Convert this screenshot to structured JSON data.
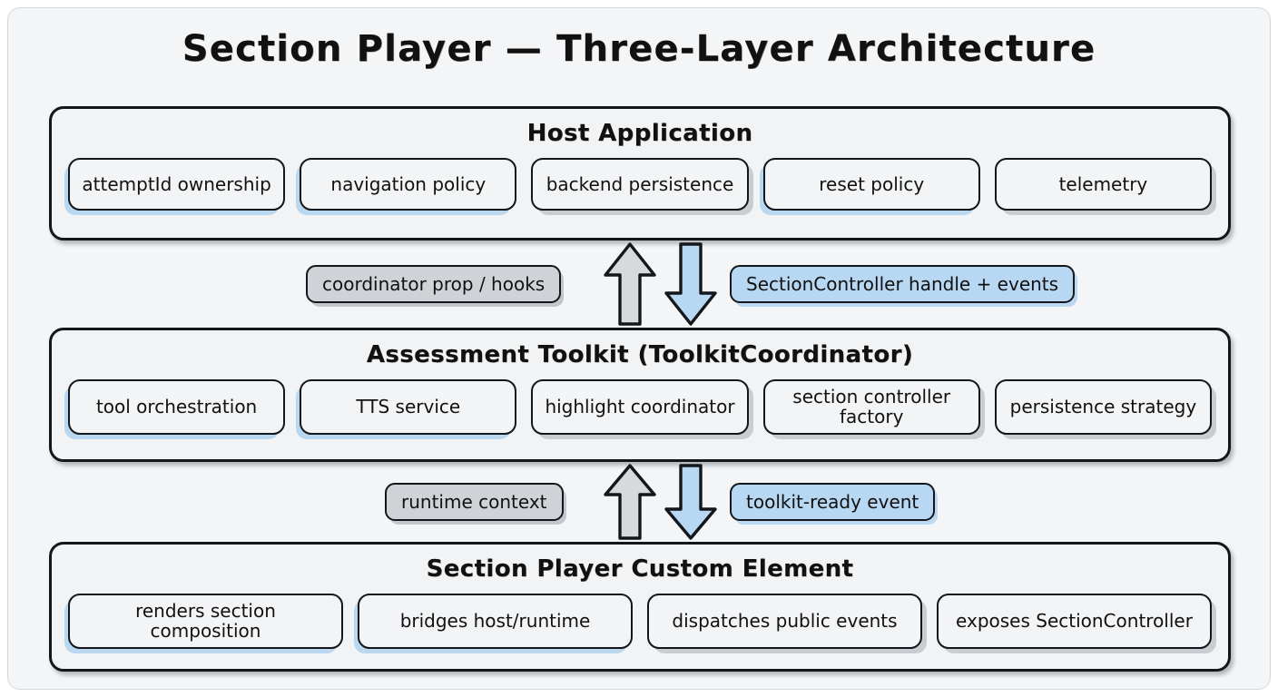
{
  "title": "Section Player — Three-Layer Architecture",
  "colors": {
    "canvas_background": "#f3f5f7",
    "panel_background": "#f1f3f5",
    "outline": "#13161a",
    "accent_blue": "#b7d7f2",
    "accent_gray": "#cfd2d6",
    "arrow_blue_fill": "#b7d7f2",
    "arrow_gray_fill": "#d7d9dc"
  },
  "layers": [
    {
      "id": "host-application",
      "title": "Host Application",
      "chips": [
        {
          "label": "attemptId ownership",
          "shadow": "blue"
        },
        {
          "label": "navigation policy",
          "shadow": "blue"
        },
        {
          "label": "backend persistence",
          "shadow": "gray"
        },
        {
          "label": "reset policy",
          "shadow": "blue"
        },
        {
          "label": "telemetry",
          "shadow": "gray"
        }
      ]
    },
    {
      "id": "assessment-toolkit",
      "title": "Assessment Toolkit (ToolkitCoordinator)",
      "chips": [
        {
          "label": "tool orchestration",
          "shadow": "blue"
        },
        {
          "label": "TTS service",
          "shadow": "blue"
        },
        {
          "label": "highlight coordinator",
          "shadow": "gray"
        },
        {
          "label": "section controller factory",
          "shadow": "gray"
        },
        {
          "label": "persistence strategy",
          "shadow": "gray"
        }
      ]
    },
    {
      "id": "section-player-custom-element",
      "title": "Section Player Custom Element",
      "chips": [
        {
          "label": "renders section composition",
          "shadow": "blue"
        },
        {
          "label": "bridges host/runtime",
          "shadow": "blue"
        },
        {
          "label": "dispatches public events",
          "shadow": "gray"
        },
        {
          "label": "exposes SectionController",
          "shadow": "gray"
        }
      ]
    }
  ],
  "connectors": [
    {
      "id": "host-toolkit",
      "up_label": "coordinator prop / hooks",
      "up_label_style": "gray",
      "down_label": "SectionController handle + events",
      "down_label_style": "blue",
      "up_arrow": "arrow-up-gray",
      "down_arrow": "arrow-down-blue"
    },
    {
      "id": "toolkit-element",
      "up_label": "runtime context",
      "up_label_style": "gray",
      "down_label": "toolkit-ready event",
      "down_label_style": "blue",
      "up_arrow": "arrow-up-gray",
      "down_arrow": "arrow-down-blue"
    }
  ]
}
